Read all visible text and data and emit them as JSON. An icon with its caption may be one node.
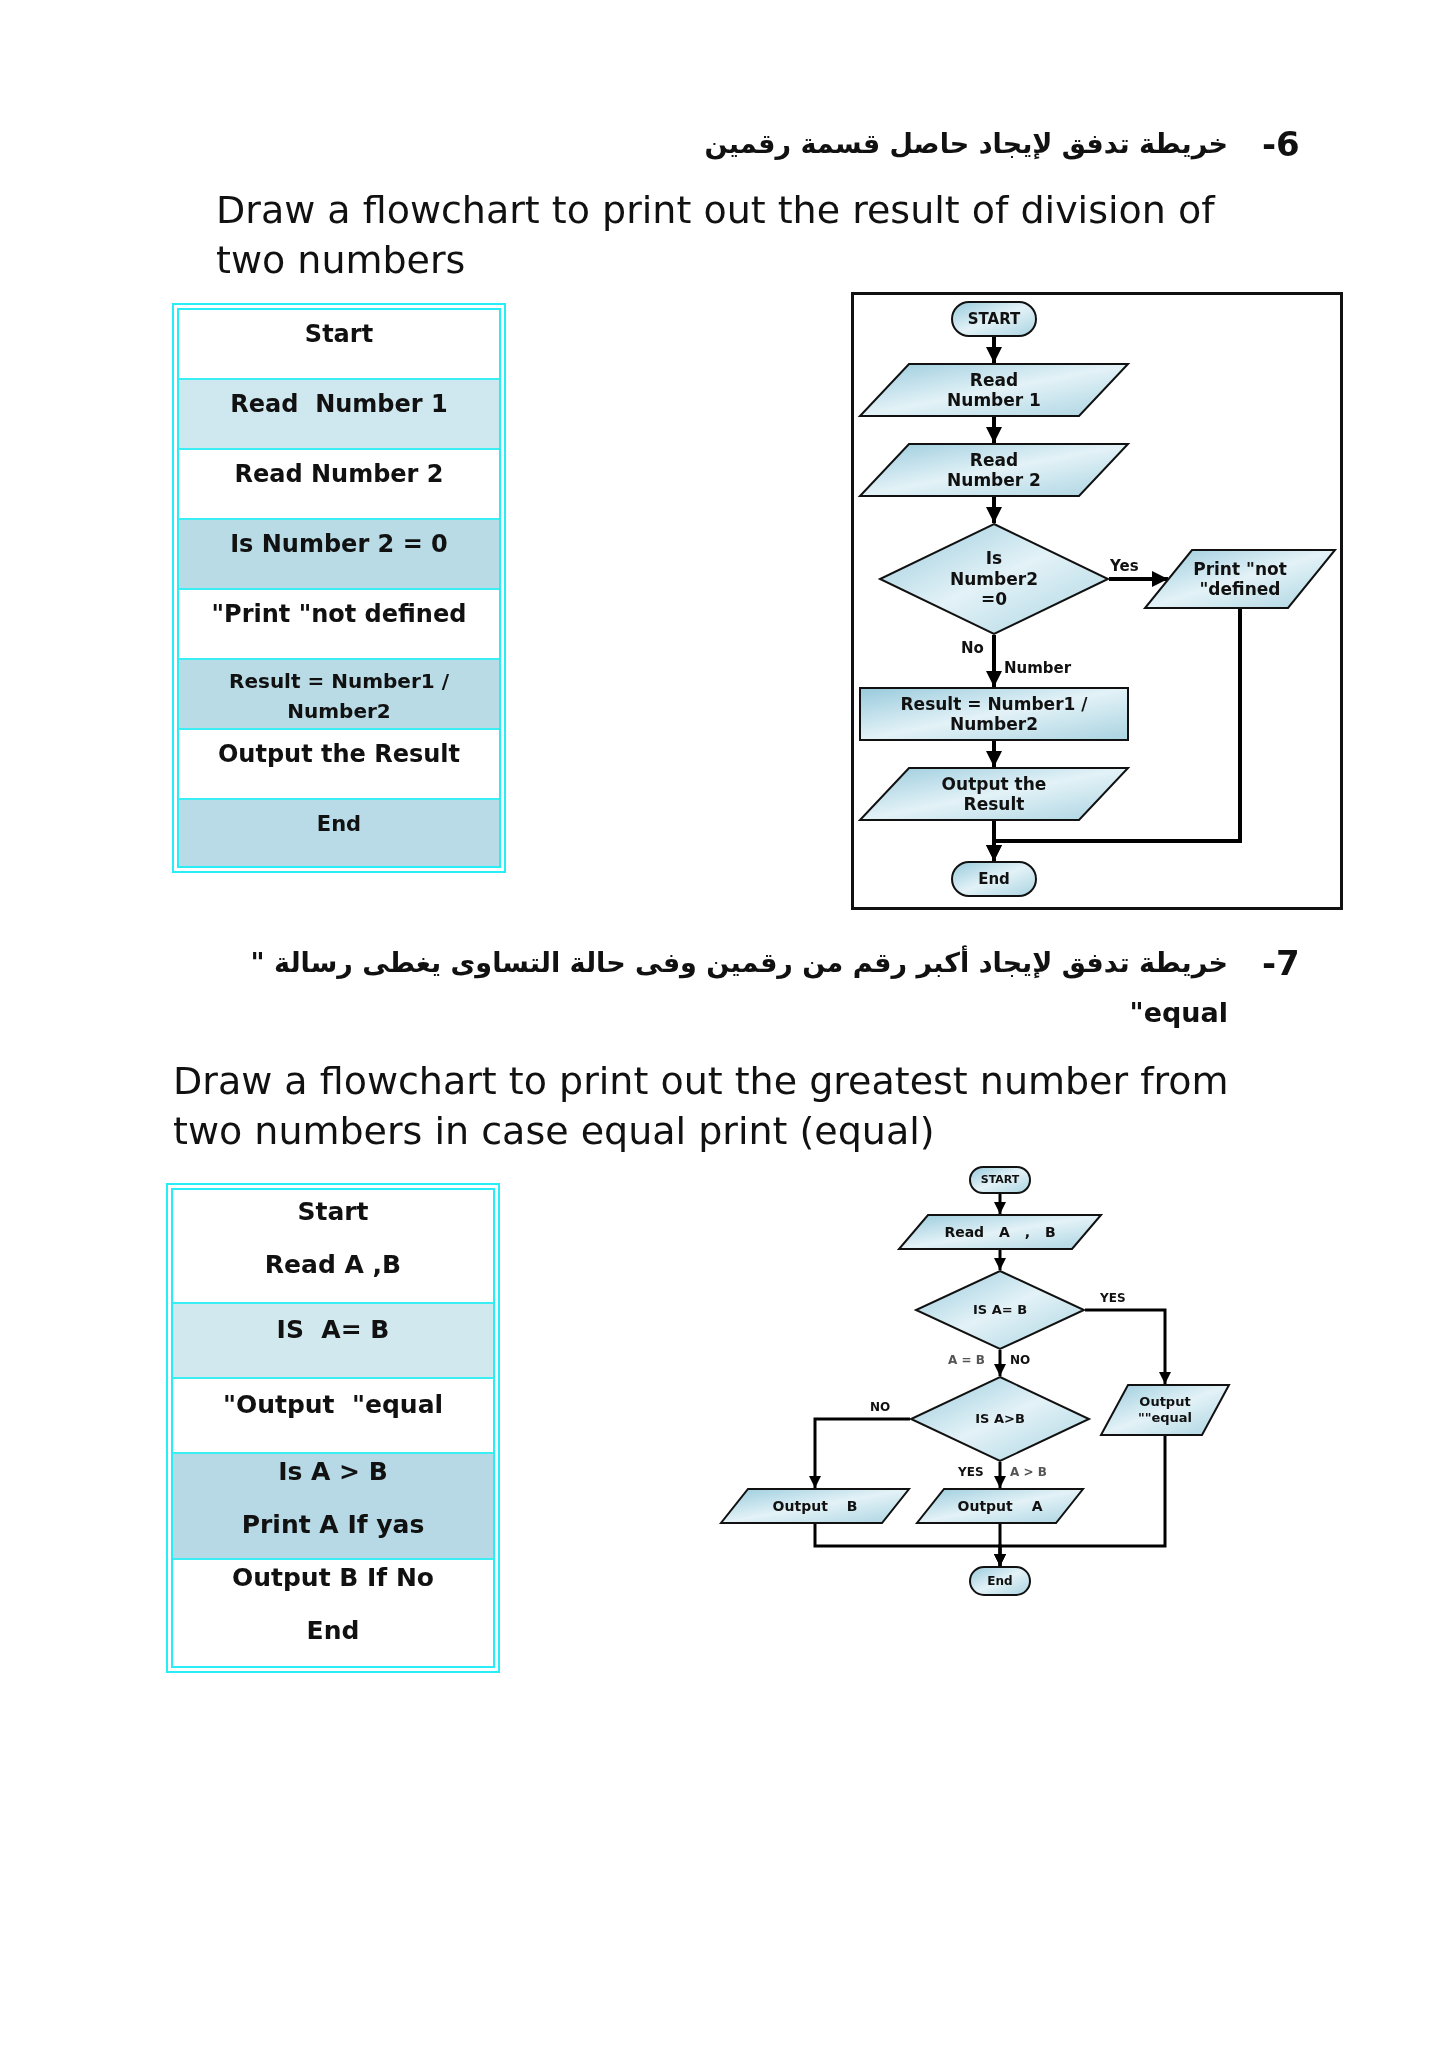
{
  "diagram": {
    "nodes": [
      {
        "text": [
          "START"
        ]
      },
      {
        "text": [
          "Read Number 1"
        ]
      },
      {
        "text": [
          "Read Number 2"
        ]
      },
      {
        "text": [
          "Is Number2 =0"
        ]
      },
      {
        "text": [
          "Print \"not \"defined"
        ]
      },
      {
        "text": [
          "Result = Number1 / Number2"
        ]
      },
      {
        "text": [
          "Output the Result"
        ]
      },
      {
        "text": [
          "End"
        ]
      },
      {
        "text": [
          "START"
        ]
      },
      {
        "text": [
          "Read A , B"
        ]
      },
      {
        "text": [
          "IS A= B"
        ]
      },
      {
        "text": [
          "IS A>B"
        ]
      },
      {
        "text": [
          "Output \"\"equal"
        ]
      },
      {
        "text": [
          "Output B"
        ]
      },
      {
        "text": [
          "Output A"
        ]
      },
      {
        "text": [
          "End"
        ]
      }
    ],
    "edges": [
      {
        "from": 0,
        "to": 1,
        "arrow": "to"
      },
      {
        "from": 1,
        "to": 2,
        "arrow": "to"
      },
      {
        "from": 2,
        "to": 3,
        "arrow": "to"
      },
      {
        "from": 3,
        "to": 4,
        "arrow": "to",
        "label": "Yes"
      },
      {
        "from": 3,
        "to": 5,
        "arrow": "to",
        "label": "No"
      },
      {
        "from": 5,
        "to": 6,
        "arrow": "to"
      },
      {
        "from": 6,
        "to": 7,
        "arrow": "to"
      },
      {
        "from": 4,
        "to": 7,
        "arrow": "to"
      },
      {
        "from": 8,
        "to": 9,
        "arrow": "to"
      },
      {
        "from": 9,
        "to": 10,
        "arrow": "to"
      },
      {
        "from": 10,
        "to": 12,
        "arrow": "to",
        "label": "YES"
      },
      {
        "from": 10,
        "to": 11,
        "arrow": "to",
        "label": "NO"
      },
      {
        "from": 11,
        "to": 13,
        "arrow": "to",
        "label": "NO"
      },
      {
        "from": 11,
        "to": 14,
        "arrow": "to",
        "label": "YES"
      },
      {
        "from": 13,
        "to": 15,
        "arrow": "to"
      },
      {
        "from": 14,
        "to": 15,
        "arrow": "to"
      },
      {
        "from": 12,
        "to": 15,
        "arrow": "to"
      }
    ],
    "labels": [
      "-6",
      "خريطة تدفق لإيجاد حاصل قسمة رقمين",
      "Draw a flowchart to print out the result of division of two numbers",
      "Start",
      "Read  Number 1",
      "Read Number 2",
      "Is Number 2 = 0",
      "\"Print \"not defined",
      "Result = Number1 / Number2",
      "Output the Result",
      "End",
      "Number",
      "-7",
      "خريطة تدفق لإيجاد أكبر رقم من رقمين وفى حالة التساوى يغطى رسالة \" equal\"",
      "Draw a flowchart to print out the greatest number from two numbers in case equal print (equal)",
      "Start",
      "Read A ,B",
      "IS  A= B",
      "\"Output  \"equal",
      "Is A > B",
      "Print A If yas",
      "Output B If No",
      "End",
      "A = B",
      "A > B"
    ]
  }
}
